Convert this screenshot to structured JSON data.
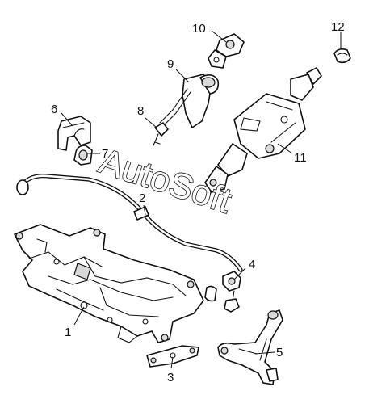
{
  "callouts": [
    {
      "id": "1",
      "label": "1"
    },
    {
      "id": "2",
      "label": "2"
    },
    {
      "id": "3",
      "label": "3"
    },
    {
      "id": "4",
      "label": "4"
    },
    {
      "id": "5",
      "label": "5"
    },
    {
      "id": "6",
      "label": "6"
    },
    {
      "id": "7",
      "label": "7"
    },
    {
      "id": "8",
      "label": "8"
    },
    {
      "id": "9",
      "label": "9"
    },
    {
      "id": "10",
      "label": "10"
    },
    {
      "id": "11",
      "label": "11"
    },
    {
      "id": "12",
      "label": "12"
    }
  ],
  "watermark": "AutoSoft"
}
